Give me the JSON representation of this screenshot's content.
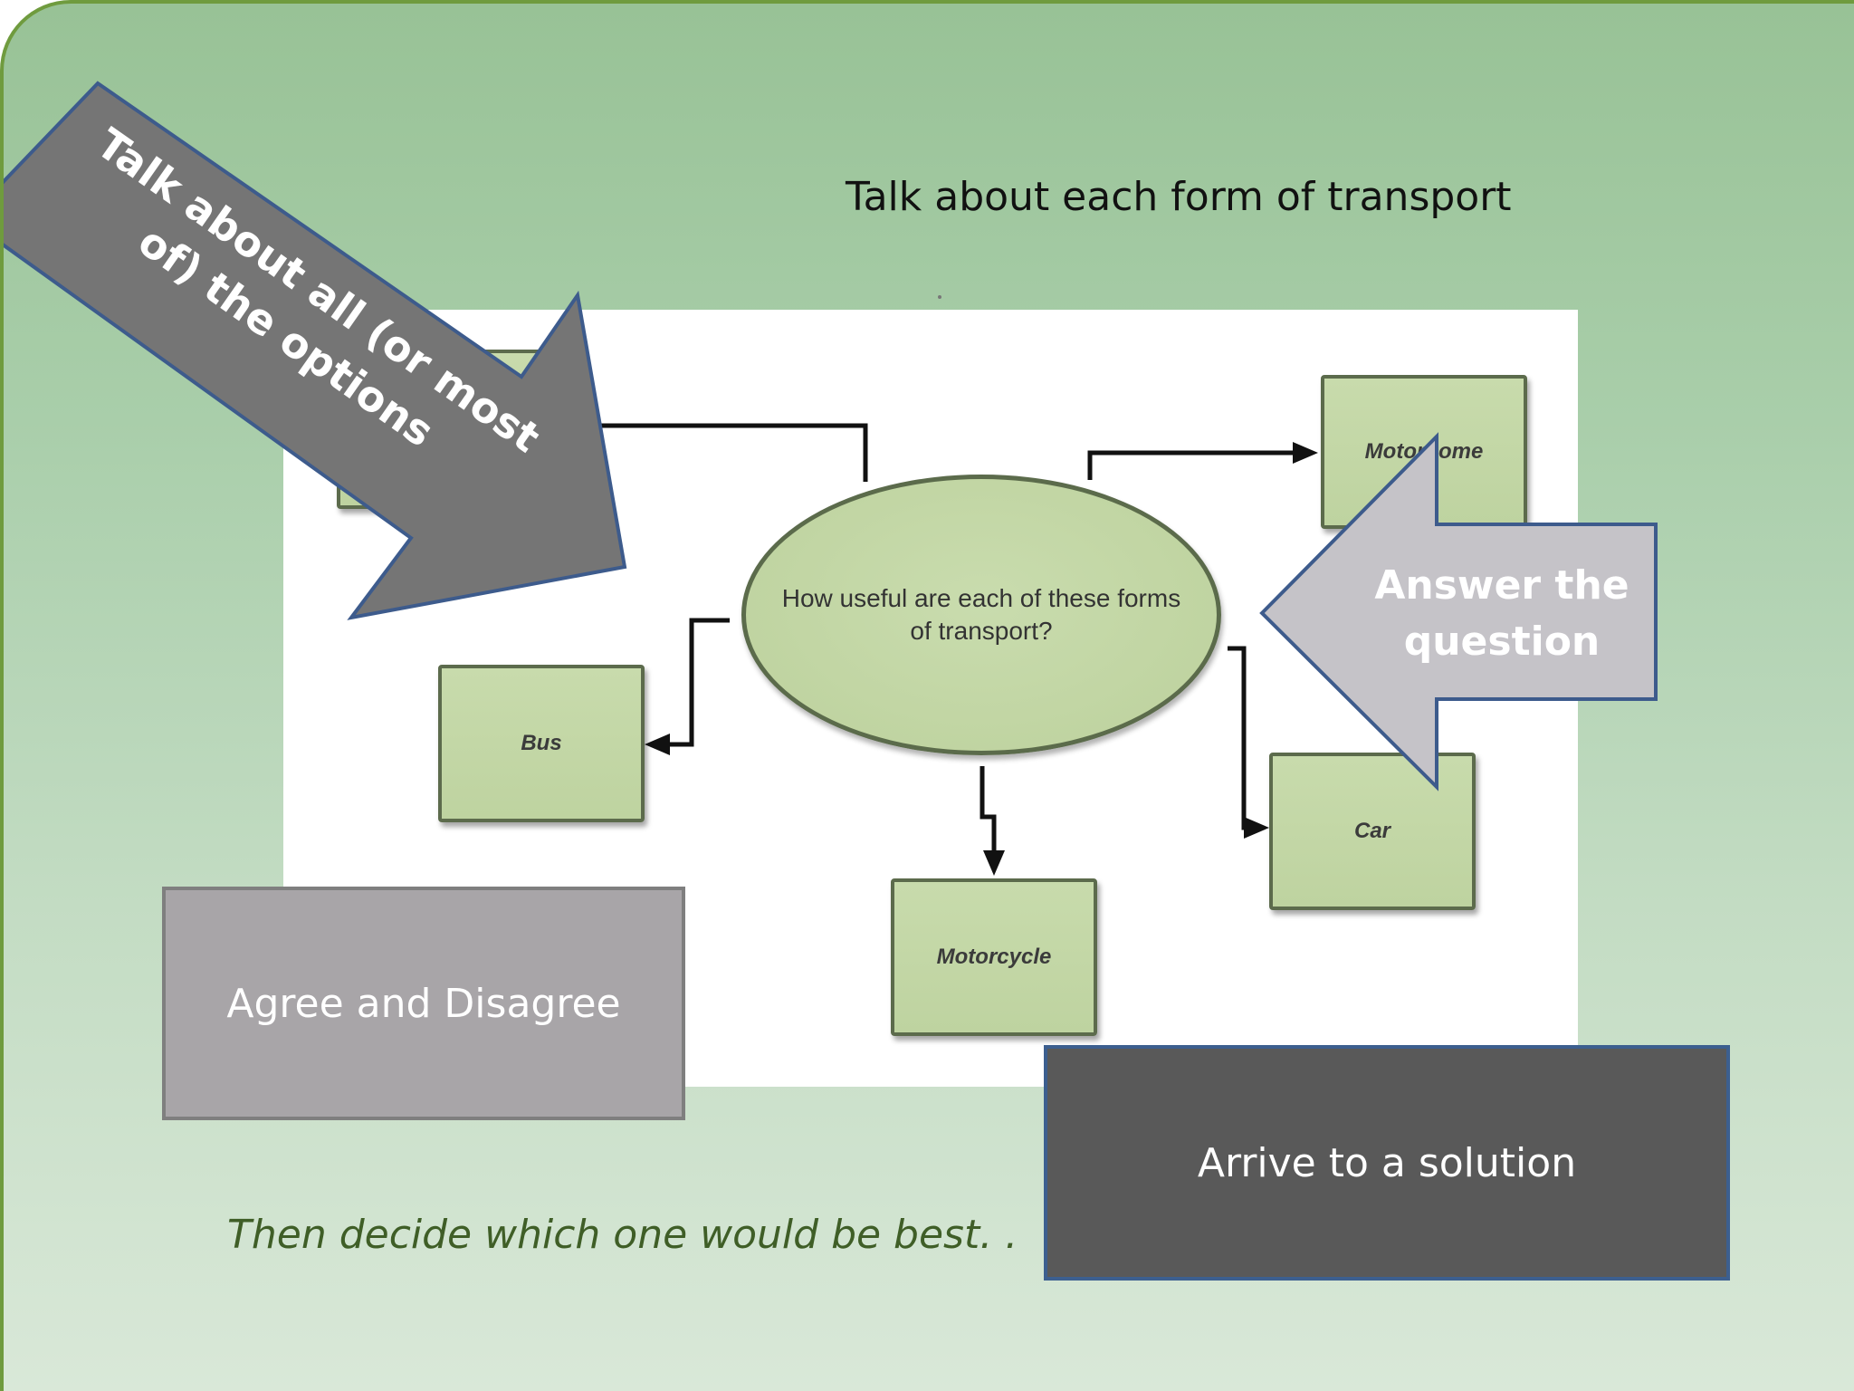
{
  "slide": {
    "title": "Talk about each  form of transport",
    "footer": "Then decide which one would be best. ."
  },
  "diagram": {
    "center_question": "How useful are each of these forms of transport?",
    "nodes": {
      "motorhome": "Motorhome",
      "bus": "Bus",
      "car": "Car",
      "motorcycle": "Motorcycle"
    }
  },
  "callouts": {
    "talk_about": "Talk about all (or most of) the options",
    "answer_question": "Answer  the question",
    "agree_disagree": "Agree and Disagree",
    "arrive_solution": "Arrive to a solution"
  },
  "colors": {
    "background_top": "#98c296",
    "background_bottom": "#d9e8d8",
    "node_fill": "#c2d6a4",
    "dark_arrow": "#747474",
    "light_arrow": "#c5c3c8",
    "arrow_border": "#3d5b8c"
  }
}
